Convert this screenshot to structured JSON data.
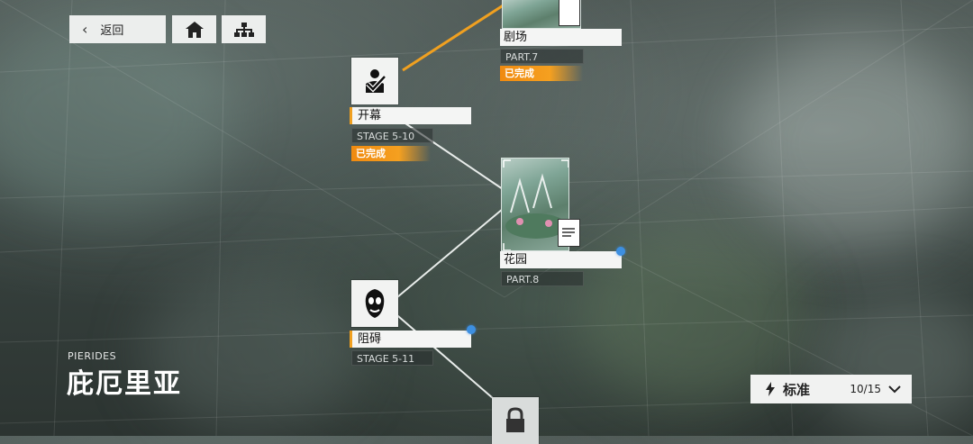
{
  "top_nav": {
    "back_label": "返回",
    "back_icon": "chevron-left-icon",
    "home_icon": "home-icon",
    "map_icon": "hierarchy-icon"
  },
  "nodes": {
    "kaimu": {
      "title": "开幕",
      "stage": "STAGE 5-10",
      "status": "已完成",
      "icon": "check-badge-icon"
    },
    "juchang": {
      "title": "剧场",
      "stage": "PART.7",
      "status": "已完成",
      "icon": "document-icon"
    },
    "huayuan": {
      "title": "花园",
      "stage": "PART.8",
      "icon": "document-icon"
    },
    "zuai": {
      "title": "阻碍",
      "stage": "STAGE 5-11",
      "icon": "mask-icon"
    },
    "locked": {
      "icon": "lock-icon"
    }
  },
  "chapter": {
    "en": "PIERIDES",
    "cn": "庇厄里亚"
  },
  "difficulty": {
    "label": "标准",
    "progress": "10/15",
    "icon": "lightning-icon"
  },
  "colors": {
    "accent": "#f0a020",
    "dot": "#3d8fe0"
  }
}
